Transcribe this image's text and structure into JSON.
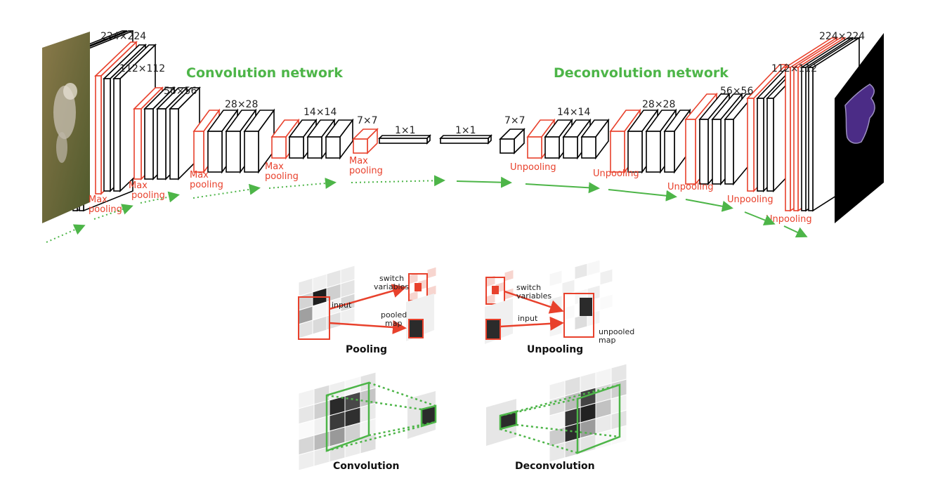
{
  "titles": {
    "conv_network": "Convolution network",
    "deconv_network": "Deconvolution network"
  },
  "encoder": {
    "dims": [
      "224×224",
      "112×112",
      "56×56",
      "28×28",
      "14×14",
      "7×7"
    ],
    "pool_line1": "Max",
    "pool_line2": "pooling"
  },
  "bottleneck": {
    "dims": [
      "1×1",
      "1×1"
    ]
  },
  "decoder": {
    "dims": [
      "7×7",
      "14×14",
      "28×28",
      "56×56",
      "112×112",
      "224×224"
    ],
    "unpool_label": "Unpooling"
  },
  "insets": {
    "pooling": {
      "caption": "Pooling",
      "switch_line1": "switch",
      "switch_line2": "variables",
      "input": "input",
      "pooled_line1": "pooled",
      "pooled_line2": "map"
    },
    "unpooling": {
      "caption": "Unpooling",
      "switch_line1": "switch",
      "switch_line2": "variables",
      "input": "input",
      "unpooled_line1": "unpooled",
      "unpooled_line2": "map"
    },
    "convolution": {
      "caption": "Convolution"
    },
    "deconvolution": {
      "caption": "Deconvolution"
    }
  },
  "colors": {
    "red": "#e8412c",
    "green": "#4db548",
    "black": "#000000",
    "output_bg": "#000000",
    "segment": "#4b2c86"
  }
}
